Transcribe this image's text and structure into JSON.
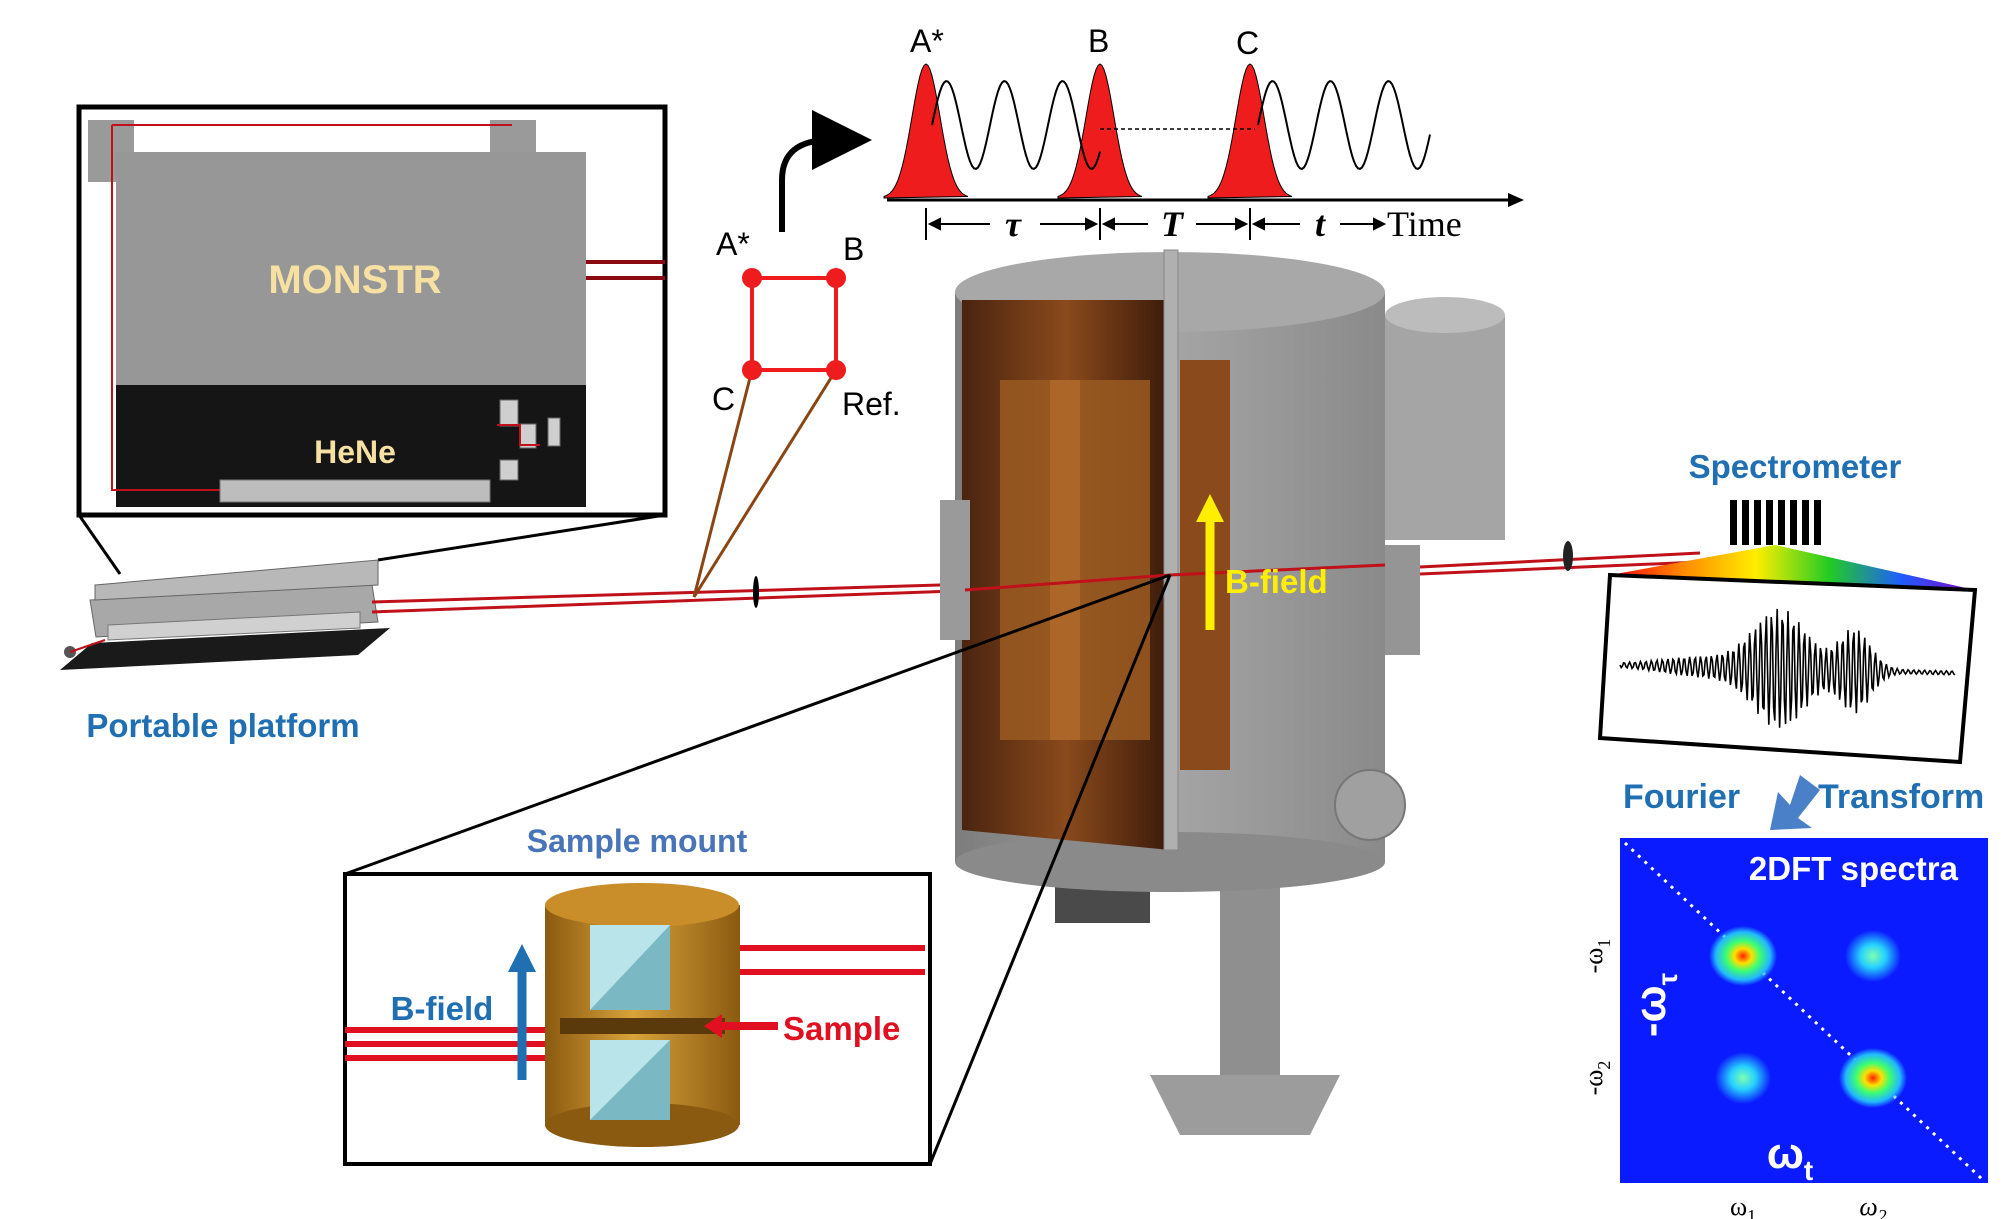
{
  "laser_box": {
    "title": "MONSTR",
    "subtitle": "HeNe"
  },
  "platform_label": "Portable platform",
  "pulse_diagram": {
    "pulses": [
      "A*",
      "B",
      "C"
    ],
    "delays": [
      "τ",
      "T",
      "t"
    ],
    "axis_label": "Time"
  },
  "beam_geometry": {
    "corners": [
      "A*",
      "B",
      "C",
      "Ref."
    ]
  },
  "magnet": {
    "field_label": "B-field",
    "field_color": "#ffee00"
  },
  "sample_mount": {
    "title": "Sample mount",
    "field_label": "B-field",
    "sample_label": "Sample"
  },
  "spectrometer_label": "Spectrometer",
  "fourier": {
    "left": "Fourier",
    "right": "Transform"
  },
  "spectra": {
    "title": "2DFT spectra",
    "y_label": "-ω",
    "y_sub": "τ",
    "x_label": "ω",
    "x_sub": "t",
    "y_ticks": [
      {
        "label": "-ω",
        "sub": "1"
      },
      {
        "label": "-ω",
        "sub": "2"
      }
    ],
    "x_ticks": [
      {
        "label": "ω",
        "sub": "1"
      },
      {
        "label": "ω",
        "sub": "2"
      }
    ]
  },
  "colors": {
    "accent_blue": "#1f6fb2",
    "beam_red": "#c0101a",
    "pulse_red": "#ee1c1c",
    "spectra_bg": "#0a1cff",
    "monstr_text": "#f6e1a3"
  }
}
